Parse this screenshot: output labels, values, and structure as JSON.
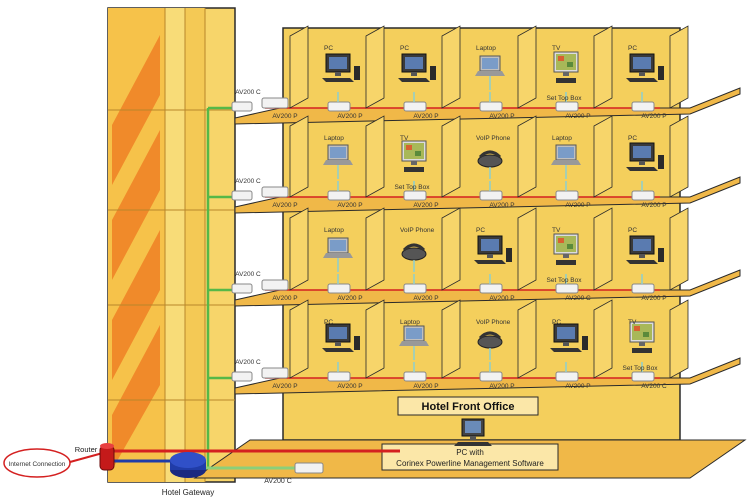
{
  "building": {
    "front_office": "Hotel Front Office",
    "pc_box_line1": "PC with",
    "pc_box_line2": "Corinex Powerline Management Software"
  },
  "left_side": {
    "internet": "Internet Connection",
    "router": "Router",
    "gateway": "Hotel Gateway",
    "gateway_adapter": "AV200 C"
  },
  "floors": [
    {
      "riser_label": "AV200 C",
      "riser_adapter": "AV200 P",
      "rooms": [
        {
          "device": "PC",
          "type": "pc",
          "adapter": "AV200 P"
        },
        {
          "device": "PC",
          "type": "pc",
          "adapter": "AV200 P"
        },
        {
          "device": "Laptop",
          "type": "laptop",
          "adapter": "AV200 P"
        },
        {
          "device": "TV",
          "type": "tv",
          "extra": "Set Top Box",
          "adapter": "AV200 P"
        },
        {
          "device": "PC",
          "type": "pc",
          "adapter": "AV200 P"
        }
      ]
    },
    {
      "riser_label": "AV200 C",
      "riser_adapter": "AV200 P",
      "rooms": [
        {
          "device": "Laptop",
          "type": "laptop",
          "adapter": "AV200 P"
        },
        {
          "device": "TV",
          "type": "tv",
          "extra": "Set Top Box",
          "adapter": "AV200 P"
        },
        {
          "device": "VoIP Phone",
          "type": "phone",
          "adapter": "AV200 P"
        },
        {
          "device": "Laptop",
          "type": "laptop",
          "adapter": "AV200 P"
        },
        {
          "device": "PC",
          "type": "pc",
          "adapter": "AV200 P"
        }
      ]
    },
    {
      "riser_label": "AV200 C",
      "riser_adapter": "AV200 P",
      "rooms": [
        {
          "device": "Laptop",
          "type": "laptop",
          "adapter": "AV200 P"
        },
        {
          "device": "VoIP Phone",
          "type": "phone",
          "adapter": "AV200 P"
        },
        {
          "device": "PC",
          "type": "pc",
          "adapter": "AV200 P"
        },
        {
          "device": "TV",
          "type": "tv",
          "extra": "Set Top Box",
          "adapter": "AV200 C"
        },
        {
          "device": "PC",
          "type": "pc",
          "adapter": "AV200 P"
        }
      ]
    },
    {
      "riser_label": "AV200 C",
      "riser_adapter": "AV200 P",
      "rooms": [
        {
          "device": "PC",
          "type": "pc",
          "adapter": "AV200 P"
        },
        {
          "device": "Laptop",
          "type": "laptop",
          "adapter": "AV200 P"
        },
        {
          "device": "VoIP Phone",
          "type": "phone",
          "adapter": "AV200 P"
        },
        {
          "device": "PC",
          "type": "pc",
          "adapter": "AV200 P"
        },
        {
          "device": "TV",
          "type": "tv",
          "extra": "Set Top Box",
          "adapter": "AV200 C"
        }
      ]
    }
  ],
  "colors": {
    "wall": "#f4cf5c",
    "wall_dark": "#e8b83c",
    "tower_orange": "#f08a2a",
    "floor_slab": "#f0b848",
    "riser_green": "#56b848",
    "link_red": "#d42020",
    "link_blue": "#203ca8",
    "outline": "#2a2a2a"
  }
}
